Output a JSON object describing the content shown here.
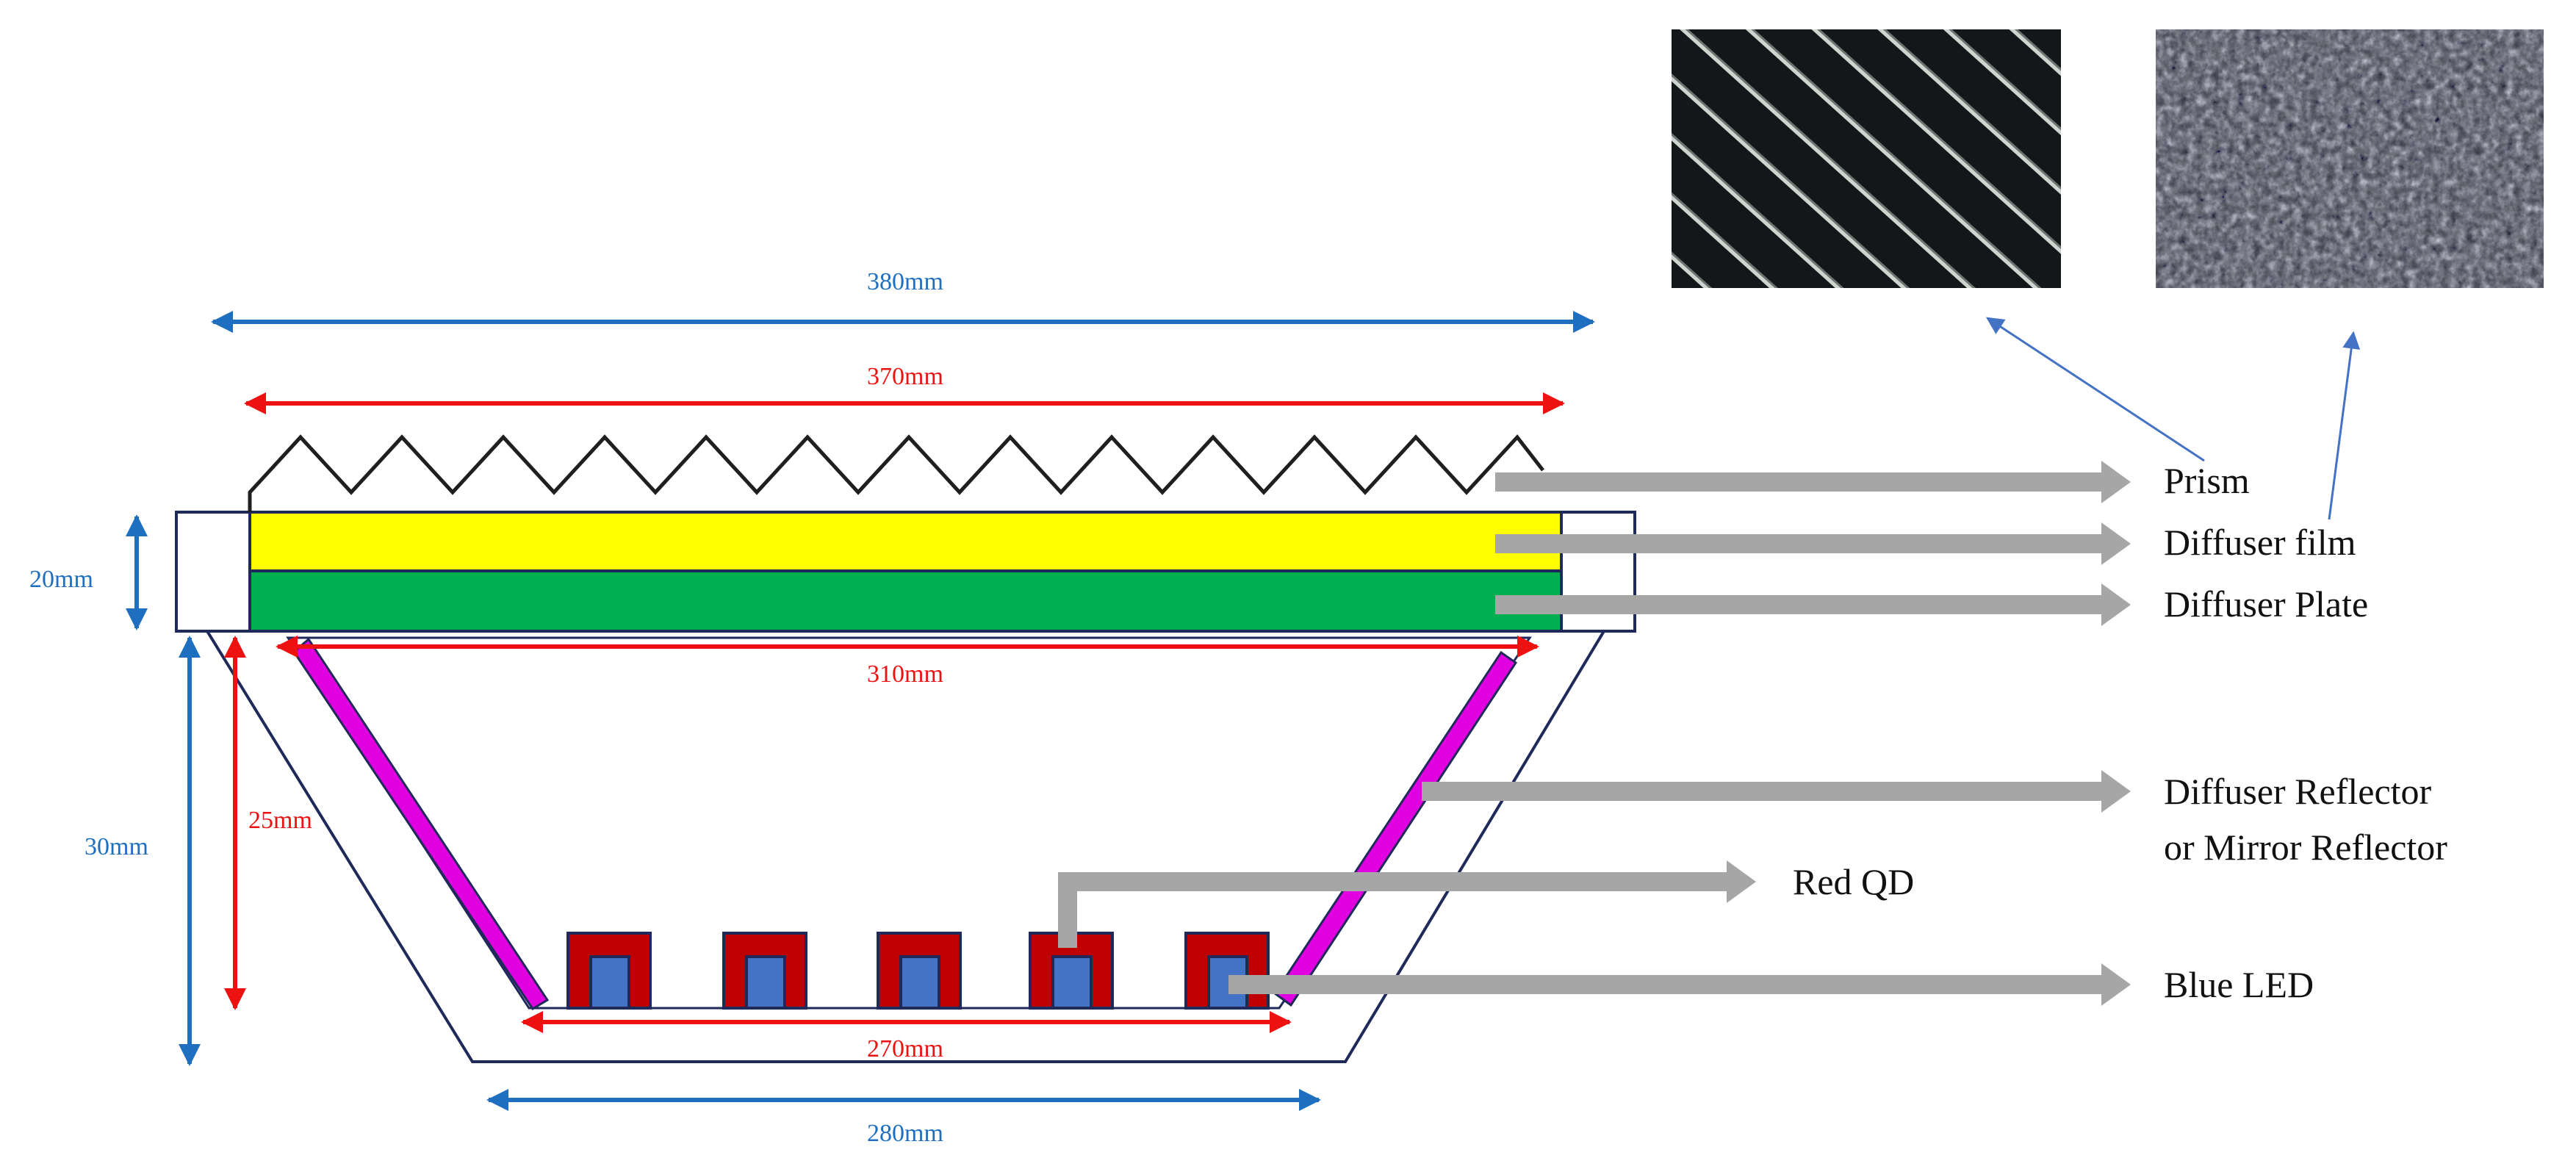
{
  "colors": {
    "blue": "#1f6fc0",
    "red": "#ee1111",
    "yellow": "#ffff00",
    "green": "#00b050",
    "magenta": "#e000e0",
    "dark_red": "#c00000",
    "led_blue": "#4472c4",
    "navy": "#1f2a5a",
    "gray_arrow": "#a6a6a6",
    "thin_blue": "#4472c4"
  },
  "dimensions": {
    "width_380": "380mm",
    "width_370": "370mm",
    "width_310": "310mm",
    "width_270": "270mm",
    "width_280": "280mm",
    "height_20": "20mm",
    "height_30": "30mm",
    "height_25": "25mm"
  },
  "callouts": {
    "prism": "Prism",
    "diffuser_film": "Diffuser film",
    "diffuser_plate": "Diffuser Plate",
    "reflector_line1": "Diffuser Reflector",
    "reflector_line2": "or Mirror Reflector",
    "red_qd": "Red QD",
    "blue_led": "Blue LED"
  },
  "photos": {
    "prism_photo": "prism-film-micrograph",
    "diffuser_photo": "diffuser-film-micrograph"
  },
  "led_count": 5
}
